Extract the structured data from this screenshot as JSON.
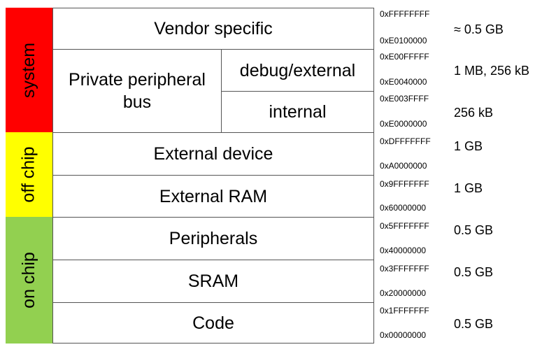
{
  "regions": {
    "system": "system",
    "off_chip": "off chip",
    "on_chip": "on chip"
  },
  "blocks": {
    "vendor": "Vendor specific",
    "ppb": "Private peripheral bus",
    "debug": "debug/external",
    "internal": "internal",
    "ext_device": "External device",
    "ext_ram": "External RAM",
    "peripherals": "Peripherals",
    "sram": "SRAM",
    "code": "Code"
  },
  "addresses": [
    "0xFFFFFFFF",
    "0xE0100000",
    "0xE00FFFFF",
    "0xE0040000",
    "0xE003FFFF",
    "0xE0000000",
    "0xDFFFFFFF",
    "0xA0000000",
    "0x9FFFFFFF",
    "0x60000000",
    "0x5FFFFFFF",
    "0x40000000",
    "0x3FFFFFFF",
    "0x20000000",
    "0x1FFFFFFF",
    "0x00000000"
  ],
  "sizes": {
    "vendor": "≈ 0.5 GB",
    "debug": "1 MB, 256 kB",
    "internal": "256 kB",
    "ext_device": "1 GB",
    "ext_ram": "1 GB",
    "peripherals": "0.5 GB",
    "sram": "0.5 GB",
    "code": "0.5 GB"
  },
  "colors": {
    "system": "#ff0000",
    "off_chip": "#ffff00",
    "on_chip": "#92d050"
  }
}
